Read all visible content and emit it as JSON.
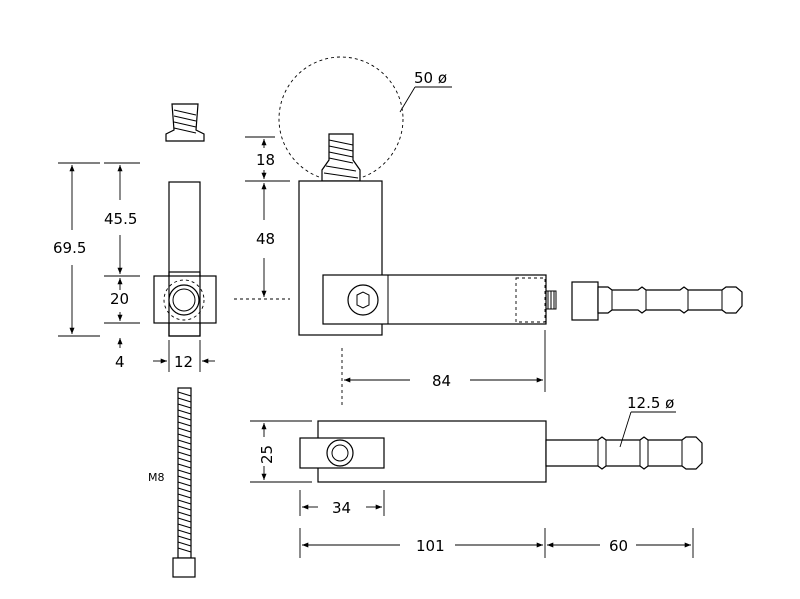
{
  "drawing": {
    "dimensions": {
      "d_69_5": "69.5",
      "d_45_5": "45.5",
      "d_20": "20",
      "d_4": "4",
      "d_12": "12",
      "d_18": "18",
      "d_48": "48",
      "d_84": "84",
      "d_25": "25",
      "d_34": "34",
      "d_101": "101",
      "d_60": "60",
      "d_50_dia": "50 ø",
      "d_12_5_dia": "12.5 ø"
    },
    "bolt_label": "M8"
  }
}
